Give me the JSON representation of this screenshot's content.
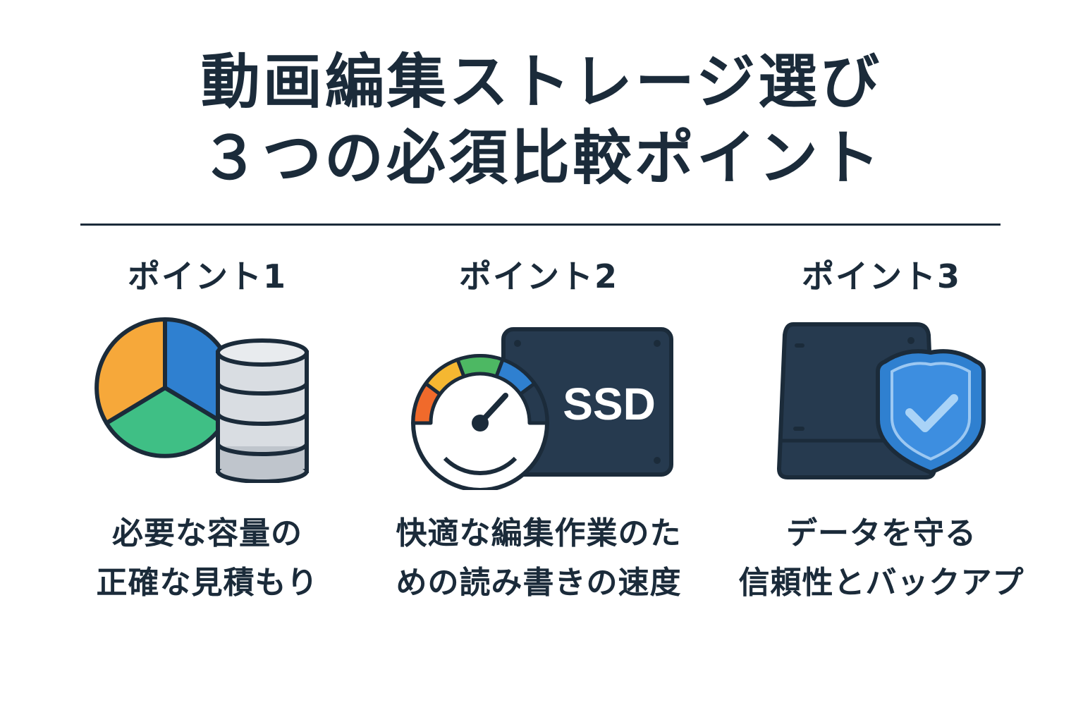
{
  "title": {
    "line1": "動画編集ストレージ選び",
    "line2": "３つの必須比較ポイント"
  },
  "points": [
    {
      "label": "ポイント1",
      "icon": "pie-chart-database-icon",
      "desc_line1": "必要な容量の",
      "desc_line2": "正確な見積もり"
    },
    {
      "label": "ポイント2",
      "icon": "speedometer-ssd-icon",
      "ssd_text": "SSD",
      "desc_line1": "快適な編集作業のた",
      "desc_line2": "めの読み書きの速度"
    },
    {
      "label": "ポイント3",
      "icon": "hdd-shield-check-icon",
      "desc_line1": "データを守る",
      "desc_line2": "信頼性とバックアプ"
    }
  ],
  "colors": {
    "text": "#1b2b3a",
    "orange": "#f6a83a",
    "blue": "#2f80d0",
    "green": "#3fbf85",
    "gray": "#d9dde2",
    "dark": "#263a4f",
    "red": "#f06a2b",
    "yellow": "#f5b731",
    "gauge_green": "#4db863"
  }
}
